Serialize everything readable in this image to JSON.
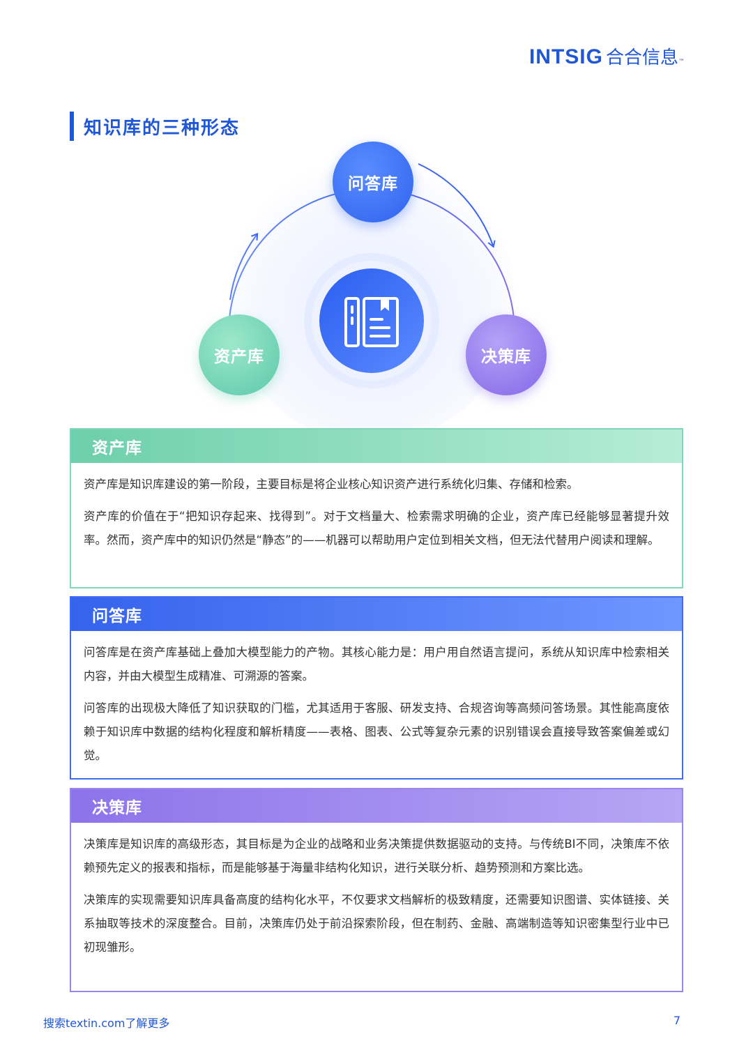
{
  "header": {
    "logo_en": "INTSIG",
    "logo_cn": "合合信息",
    "logo_tm": "™"
  },
  "section_title": "知识库的三种形态",
  "diagram": {
    "nodes": {
      "qa": "问答库",
      "asset": "资产库",
      "decision": "决策库"
    },
    "center_icon": "document-book-icon"
  },
  "cards": {
    "asset": {
      "title": "资产库",
      "paragraphs": [
        "资产库是知识库建设的第一阶段，主要目标是将企业核心知识资产进行系统化归集、存储和检索。",
        "资产库的价值在于“把知识存起来、找得到”。对于文档量大、检索需求明确的企业，资产库已经能够显著提升效率。然而，资产库中的知识仍然是“静态”的——机器可以帮助用户定位到相关文档，但无法代替用户阅读和理解。"
      ]
    },
    "qa": {
      "title": "问答库",
      "paragraphs": [
        "问答库是在资产库基础上叠加大模型能力的产物。其核心能力是：用户用自然语言提问，系统从知识库中检索相关内容，并由大模型生成精准、可溯源的答案。",
        "问答库的出现极大降低了知识获取的门槛，尤其适用于客服、研发支持、合规咨询等高频问答场景。其性能高度依赖于知识库中数据的结构化程度和解析精度——表格、图表、公式等复杂元素的识别错误会直接导致答案偏差或幻觉。"
      ]
    },
    "decision": {
      "title": "决策库",
      "paragraphs": [
        "决策库是知识库的高级形态，其目标是为企业的战略和业务决策提供数据驱动的支持。与传统BI不同，决策库不依赖预先定义的报表和指标，而是能够基于海量非结构化知识，进行关联分析、趋势预测和方案比选。",
        "决策库的实现需要知识库具备高度的结构化水平，不仅要求文档解析的极致精度，还需要知识图谱、实体链接、关系抽取等技术的深度整合。目前，决策库仍处于前沿探索阶段，但在制药、金融、高端制造等知识密集型行业中已初现雏形。"
      ]
    }
  },
  "footer": {
    "link": "搜索textin.com了解更多",
    "page": "7"
  },
  "colors": {
    "brand": "#1f57d6",
    "asset": "#6dcfac",
    "qa": "#3563ec",
    "decision": "#8d73ea"
  }
}
